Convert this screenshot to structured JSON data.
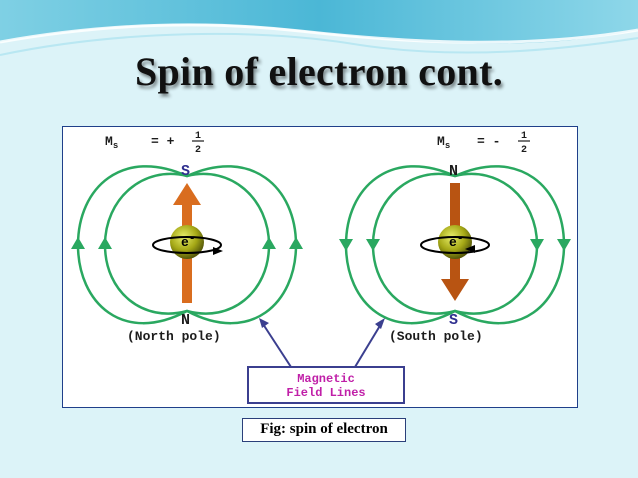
{
  "slide": {
    "title": "Spin of electron cont.",
    "caption": "Fig: spin of electron"
  },
  "figure": {
    "left": {
      "ms_symbol": "M",
      "ms_sub": "s",
      "ms_eq": "= +",
      "frac_num": "1",
      "frac_den": "2",
      "top_pole": "S",
      "bottom_pole": "N",
      "electron": "e",
      "electron_sup": "-",
      "pole_label": "(North pole)"
    },
    "right": {
      "ms_symbol": "M",
      "ms_sub": "s",
      "ms_eq": "= -",
      "frac_num": "1",
      "frac_den": "2",
      "top_pole": "N",
      "bottom_pole": "S",
      "electron": "e",
      "electron_sup": "-",
      "pole_label": "(South pole)"
    },
    "field_label_line1": "Magnetic",
    "field_label_line2": "Field Lines"
  },
  "colors": {
    "field_line": "#2aa860",
    "arrow_up": "#d96d1f",
    "arrow_down": "#b85412",
    "electron": "#9aa012",
    "label_purple": "#c01fa8",
    "pointer": "#3b3f8f"
  }
}
